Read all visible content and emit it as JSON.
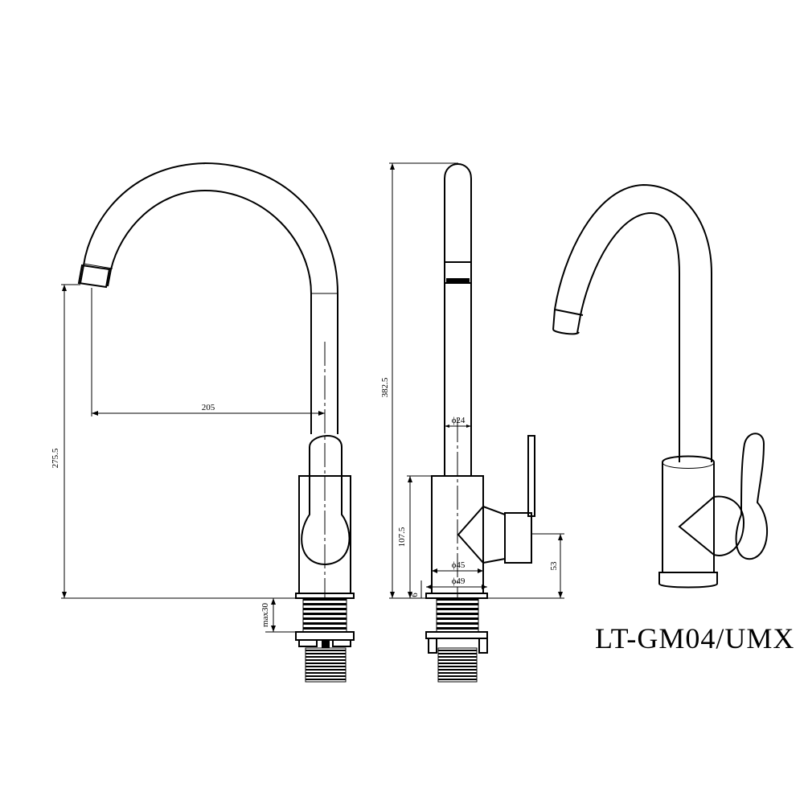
{
  "drawing": {
    "model_code": "LT-GM04/UMX",
    "front_view": {
      "dim_spout_reach": "205",
      "dim_spout_height": "275.5",
      "dim_max_thickness": "max30"
    },
    "side_view": {
      "dim_total_height": "382.5",
      "dim_body_height": "107.5",
      "dim_spout_diameter": "ϕ24",
      "dim_body_diameter": "ϕ45",
      "dim_base_diameter": "ϕ49",
      "dim_handle_height": "53",
      "dim_base_height": "6"
    }
  }
}
